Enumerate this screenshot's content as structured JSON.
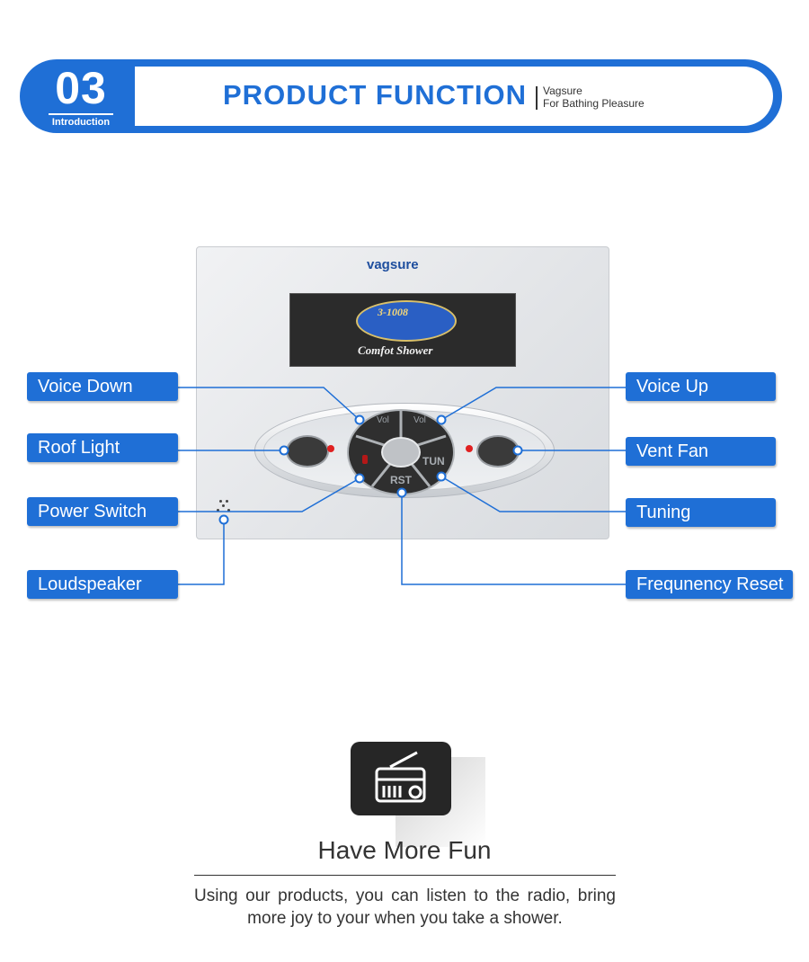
{
  "header": {
    "number": "03",
    "number_caption": "Introduction",
    "title": "PRODUCT FUNCTION",
    "brand": "Vagsure",
    "tagline": "For Bathing Pleasure"
  },
  "panel": {
    "logo": "vagsure",
    "display_model": "3-1008",
    "display_caption": "Comfot Shower",
    "button_labels": {
      "vol_left": "Vol",
      "vol_right": "Vol",
      "tuning": "TUN",
      "reset": "RST"
    }
  },
  "callouts": {
    "voice_down": "Voice Down",
    "roof_light": "Roof Light",
    "power_switch": "Power Switch",
    "loudspeaker": "Loudspeaker",
    "voice_up": "Voice Up",
    "vent_fan": "Vent Fan",
    "tuning": "Tuning",
    "frequency_reset": "Frequnency Reset"
  },
  "feature": {
    "icon": "radio-icon",
    "title": "Have More Fun",
    "description": "Using our products, you can listen to the radio, bring more joy to your when you take a shower."
  },
  "colors": {
    "accent": "#1f6fd6",
    "panel": "#e6e8eb",
    "icon_bg": "#262626"
  }
}
